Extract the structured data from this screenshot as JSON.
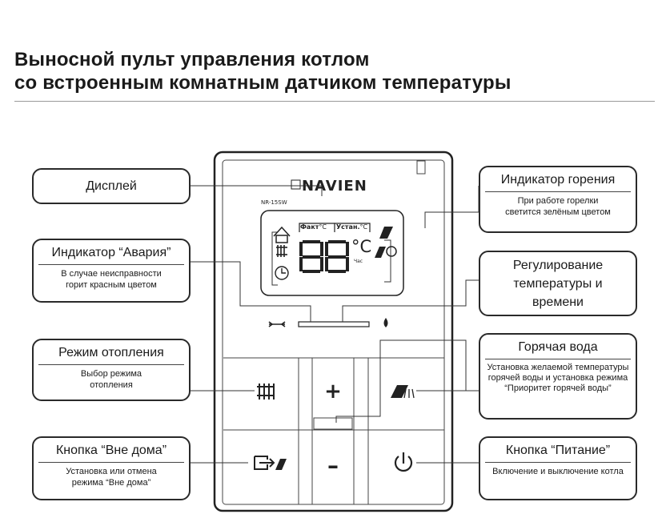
{
  "title_line1": "Выносной пульт управления котлом",
  "title_line2": "со встроенным комнатным датчиком температуры",
  "device": {
    "brand": "NAVIEN",
    "model": "NR-15SW",
    "lcd_fact": "Факт",
    "lcd_set": "Устан.",
    "lcd_deg_small": "°C",
    "lcd_digits": "88",
    "lcd_deg_big": "°C",
    "lcd_hour": "Час",
    "plus": "+",
    "minus": "–"
  },
  "callouts": {
    "display": {
      "title": "Дисплей"
    },
    "alarm": {
      "title": "Индикатор “Авария”",
      "desc": "В случае неисправности горит красным цветом"
    },
    "heating": {
      "title": "Режим отопления",
      "desc": "Выбор режима отопления"
    },
    "away": {
      "title": "Кнопка “Вне дома”",
      "desc": "Установка или отмена режима “Вне дома”"
    },
    "burner": {
      "title": "Индикатор горения",
      "desc": "При работе горелки светится зелёным цветом"
    },
    "temp": {
      "title": "Регулирование температуры и времени"
    },
    "hotwater": {
      "title": "Горячая вода",
      "desc": "Установка желаемой температуры горячей воды и установка режима “Приоритет горячей воды”"
    },
    "power": {
      "title": "Кнопка “Питание”",
      "desc": "Включение и выключение котла"
    }
  }
}
